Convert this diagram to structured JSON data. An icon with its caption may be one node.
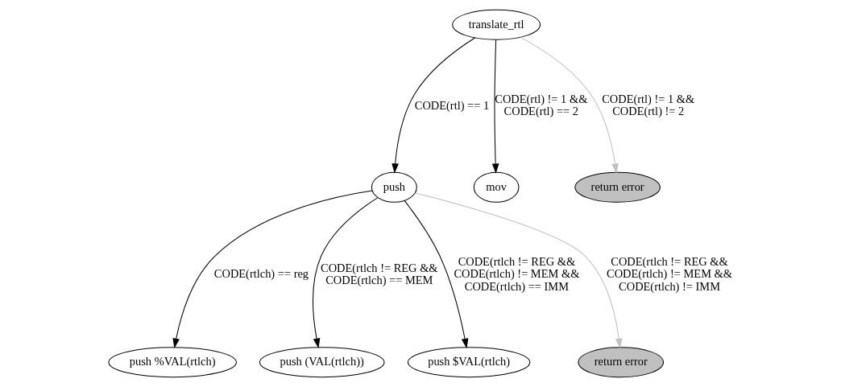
{
  "diagram": {
    "nodes": [
      {
        "text": [
          "translate_rtl"
        ]
      },
      {
        "text": [
          "push"
        ]
      },
      {
        "text": [
          "mov"
        ]
      },
      {
        "text": [
          "return error"
        ]
      },
      {
        "text": [
          "push %VAL(rtlch)"
        ]
      },
      {
        "text": [
          "push (VAL(rtlch))"
        ]
      },
      {
        "text": [
          "push $VAL(rtlch)"
        ]
      },
      {
        "text": [
          "return error"
        ]
      }
    ],
    "edges": [
      {
        "from": 0,
        "to": 1,
        "arrow": "to",
        "label": "CODE(rtl) == 1"
      },
      {
        "from": 0,
        "to": 2,
        "arrow": "to",
        "label": "CODE(rtl) != 1 && CODE(rtl) == 2"
      },
      {
        "from": 0,
        "to": 3,
        "arrow": "to",
        "label": "CODE(rtl) != 1 && CODE(rtl) != 2",
        "color": "#c0c0c0"
      },
      {
        "from": 1,
        "to": 4,
        "arrow": "to",
        "label": "CODE(rtlch) == reg"
      },
      {
        "from": 1,
        "to": 5,
        "arrow": "to",
        "label": "CODE(rtlch != REG && CODE(rtlch) == MEM"
      },
      {
        "from": 1,
        "to": 6,
        "arrow": "to",
        "label": "CODE(rtlch != REG && CODE(rtlch) != MEM && CODE(rtlch) == IMM"
      },
      {
        "from": 1,
        "to": 7,
        "arrow": "to",
        "label": "CODE(rtlch != REG && CODE(rtlch) != MEM && CODE(rtlch) != IMM",
        "color": "#c0c0c0"
      }
    ]
  }
}
